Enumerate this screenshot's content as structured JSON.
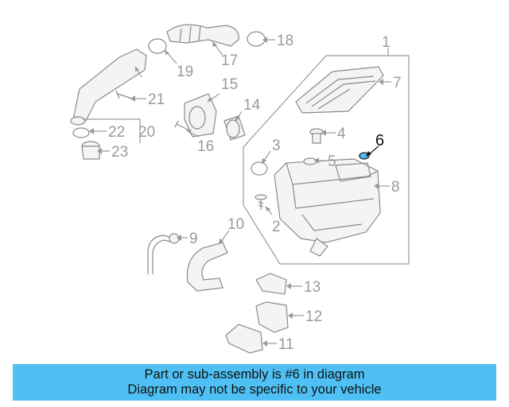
{
  "diagram": {
    "highlight_color": "#4fc0f4",
    "callouts": [
      {
        "id": "1",
        "label": "1"
      },
      {
        "id": "2",
        "label": "2"
      },
      {
        "id": "3",
        "label": "3"
      },
      {
        "id": "4",
        "label": "4"
      },
      {
        "id": "5",
        "label": "5"
      },
      {
        "id": "6",
        "label": "6",
        "highlighted": true
      },
      {
        "id": "7",
        "label": "7"
      },
      {
        "id": "8",
        "label": "8"
      },
      {
        "id": "9",
        "label": "9"
      },
      {
        "id": "10",
        "label": "10"
      },
      {
        "id": "11",
        "label": "11"
      },
      {
        "id": "12",
        "label": "12"
      },
      {
        "id": "13",
        "label": "13"
      },
      {
        "id": "14",
        "label": "14"
      },
      {
        "id": "15",
        "label": "15"
      },
      {
        "id": "16",
        "label": "16"
      },
      {
        "id": "17",
        "label": "17"
      },
      {
        "id": "18",
        "label": "18"
      },
      {
        "id": "19",
        "label": "19"
      },
      {
        "id": "20",
        "label": "20"
      },
      {
        "id": "21",
        "label": "21"
      },
      {
        "id": "22",
        "label": "22"
      },
      {
        "id": "23",
        "label": "23"
      }
    ]
  },
  "banner": {
    "line1": "Part or sub-assembly is #6 in diagram",
    "line2": "Diagram may not be specific to your vehicle",
    "background": "#4fc0f4"
  }
}
